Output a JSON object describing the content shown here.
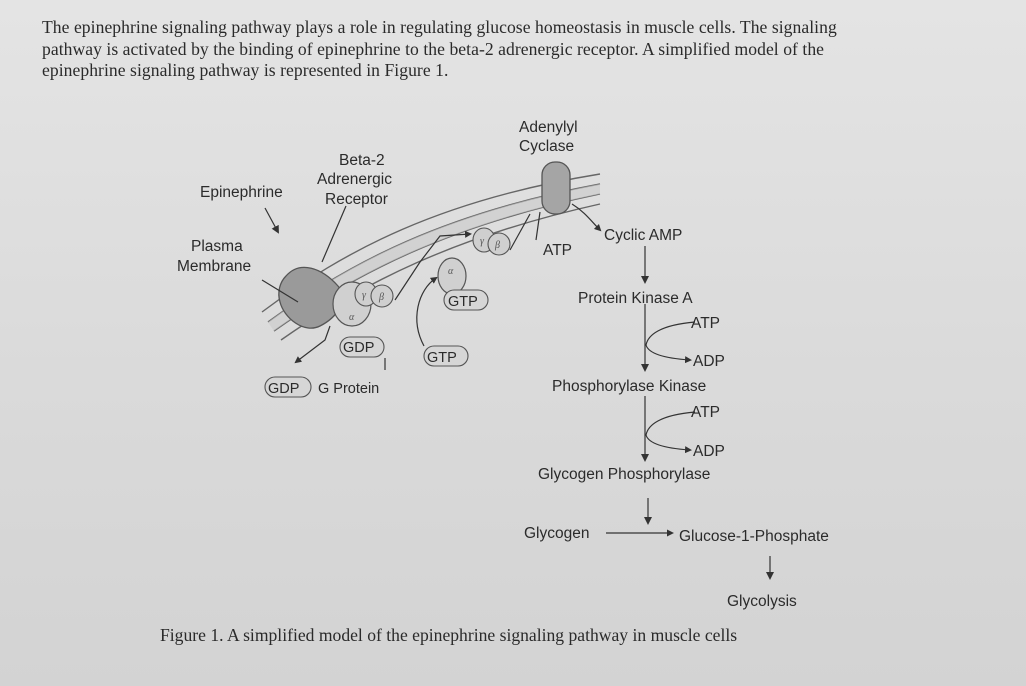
{
  "intro_lines": [
    "The epinephrine signaling pathway plays a role in regulating glucose homeostasis in muscle cells. The signaling",
    "pathway is activated by the binding of epinephrine to the beta-2 adrenergic receptor. A simplified model of the",
    "epinephrine signaling pathway is represented in Figure 1."
  ],
  "labels": {
    "epinephrine": "Epinephrine",
    "beta2_line1": "Beta-2",
    "beta2_line2": "Adrenergic",
    "beta2_line3": "Receptor",
    "plasma": "Plasma",
    "membrane": "Membrane",
    "adenylyl": "Adenylyl",
    "cyclase": "Cyclase",
    "atp_left": "ATP",
    "cyclic_amp": "Cyclic AMP",
    "protein_kinase_a": "Protein Kinase A",
    "atp_1": "ATP",
    "adp_1": "ADP",
    "phosphorylase_kinase": "Phosphorylase Kinase",
    "atp_2": "ATP",
    "adp_2": "ADP",
    "glycogen_phosphorylase": "Glycogen Phosphorylase",
    "glycogen": "Glycogen",
    "glucose_1_phosphate": "Glucose-1-Phosphate",
    "glycolysis": "Glycolysis",
    "gdp_bound": "GDP",
    "gdp_free": "GDP",
    "g_protein": "G Protein",
    "gtp_alpha": "GTP",
    "gtp_free": "GTP",
    "gamma": "γ",
    "beta": "β",
    "alpha": "α"
  },
  "caption": "Figure 1. A simplified model of the epinephrine signaling pathway in muscle cells"
}
